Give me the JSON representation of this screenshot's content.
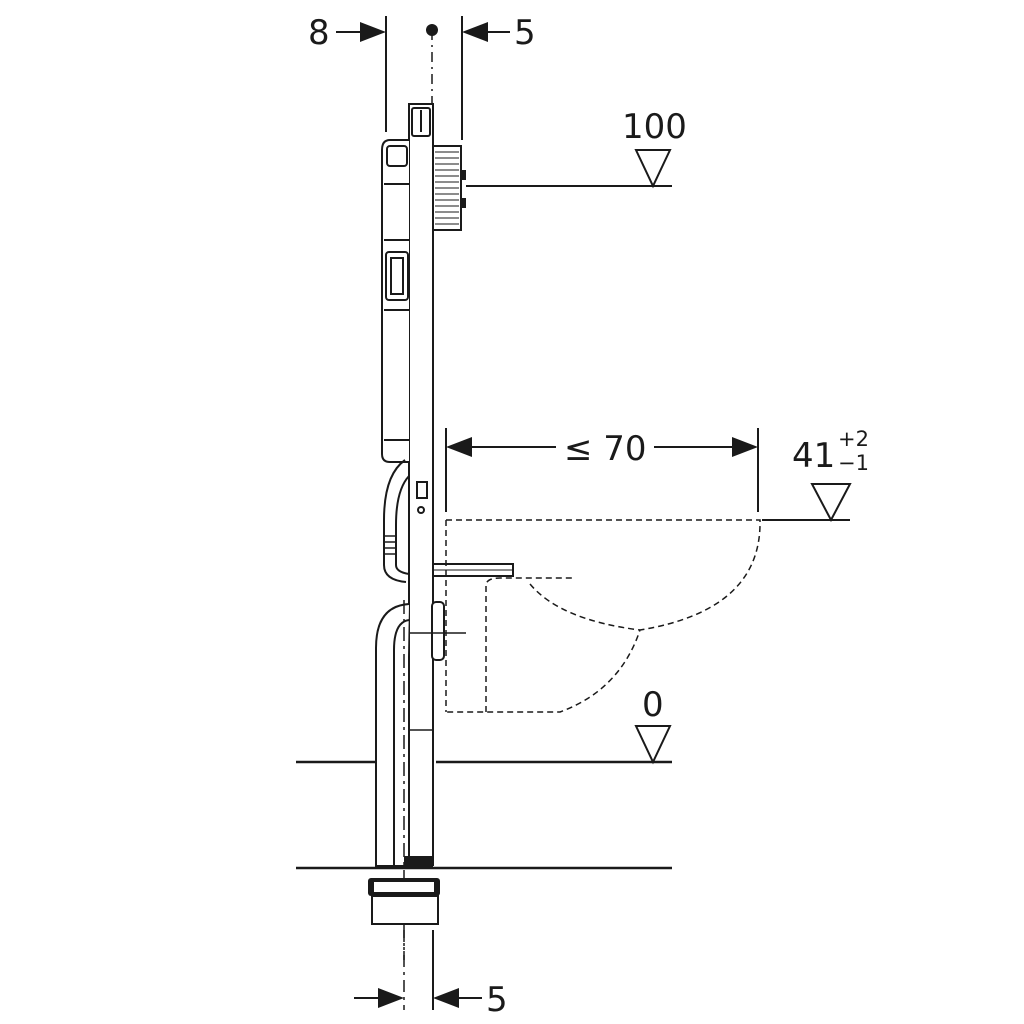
{
  "diagram": {
    "dim_top_left": "8",
    "dim_top_right": "5",
    "dim_bottom_right": "5",
    "dim_bowl_depth": "≤ 70",
    "level_top": "100",
    "level_bowl": "41",
    "level_bowl_tol_plus": "+2",
    "level_bowl_tol_minus": "−1",
    "level_zero": "0"
  },
  "colors": {
    "line": "#1a1a1a",
    "background": "#ffffff"
  }
}
